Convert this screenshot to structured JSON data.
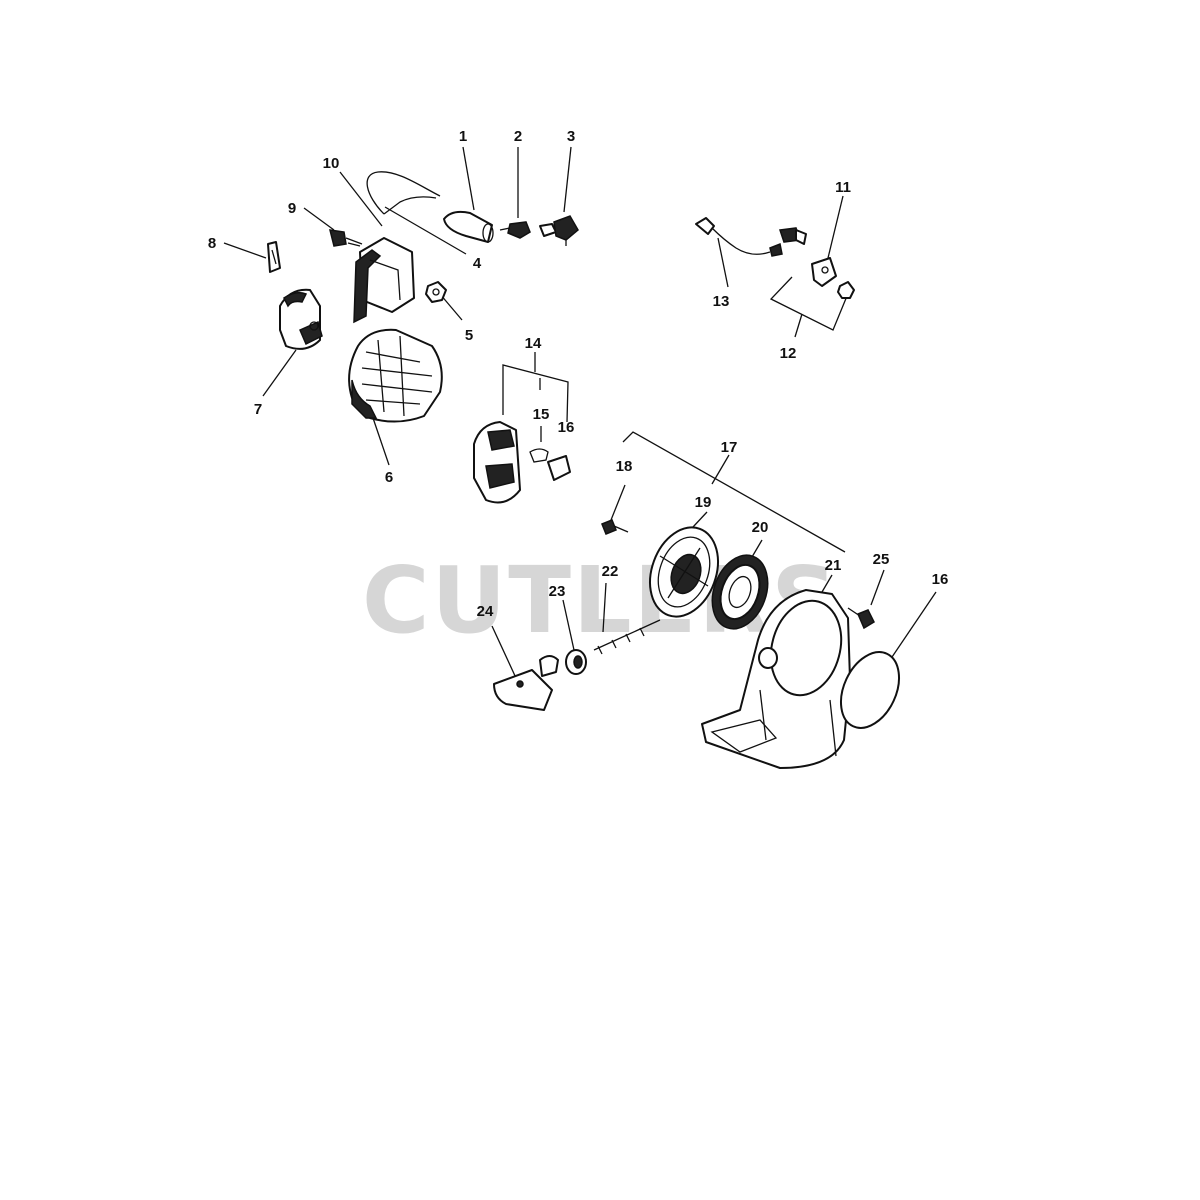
{
  "watermark": "CUTLERS",
  "labels": {
    "p1": "1",
    "p2": "2",
    "p3": "3",
    "p4": "4",
    "p5": "5",
    "p6": "6",
    "p7": "7",
    "p8": "8",
    "p9": "9",
    "p10": "10",
    "p11": "11",
    "p12": "12",
    "p13": "13",
    "p14": "14",
    "p15": "15",
    "p16a": "16",
    "p16b": "16",
    "p17": "17",
    "p18": "18",
    "p19": "19",
    "p20": "20",
    "p21": "21",
    "p22": "22",
    "p23": "23",
    "p24": "24",
    "p25": "25"
  }
}
